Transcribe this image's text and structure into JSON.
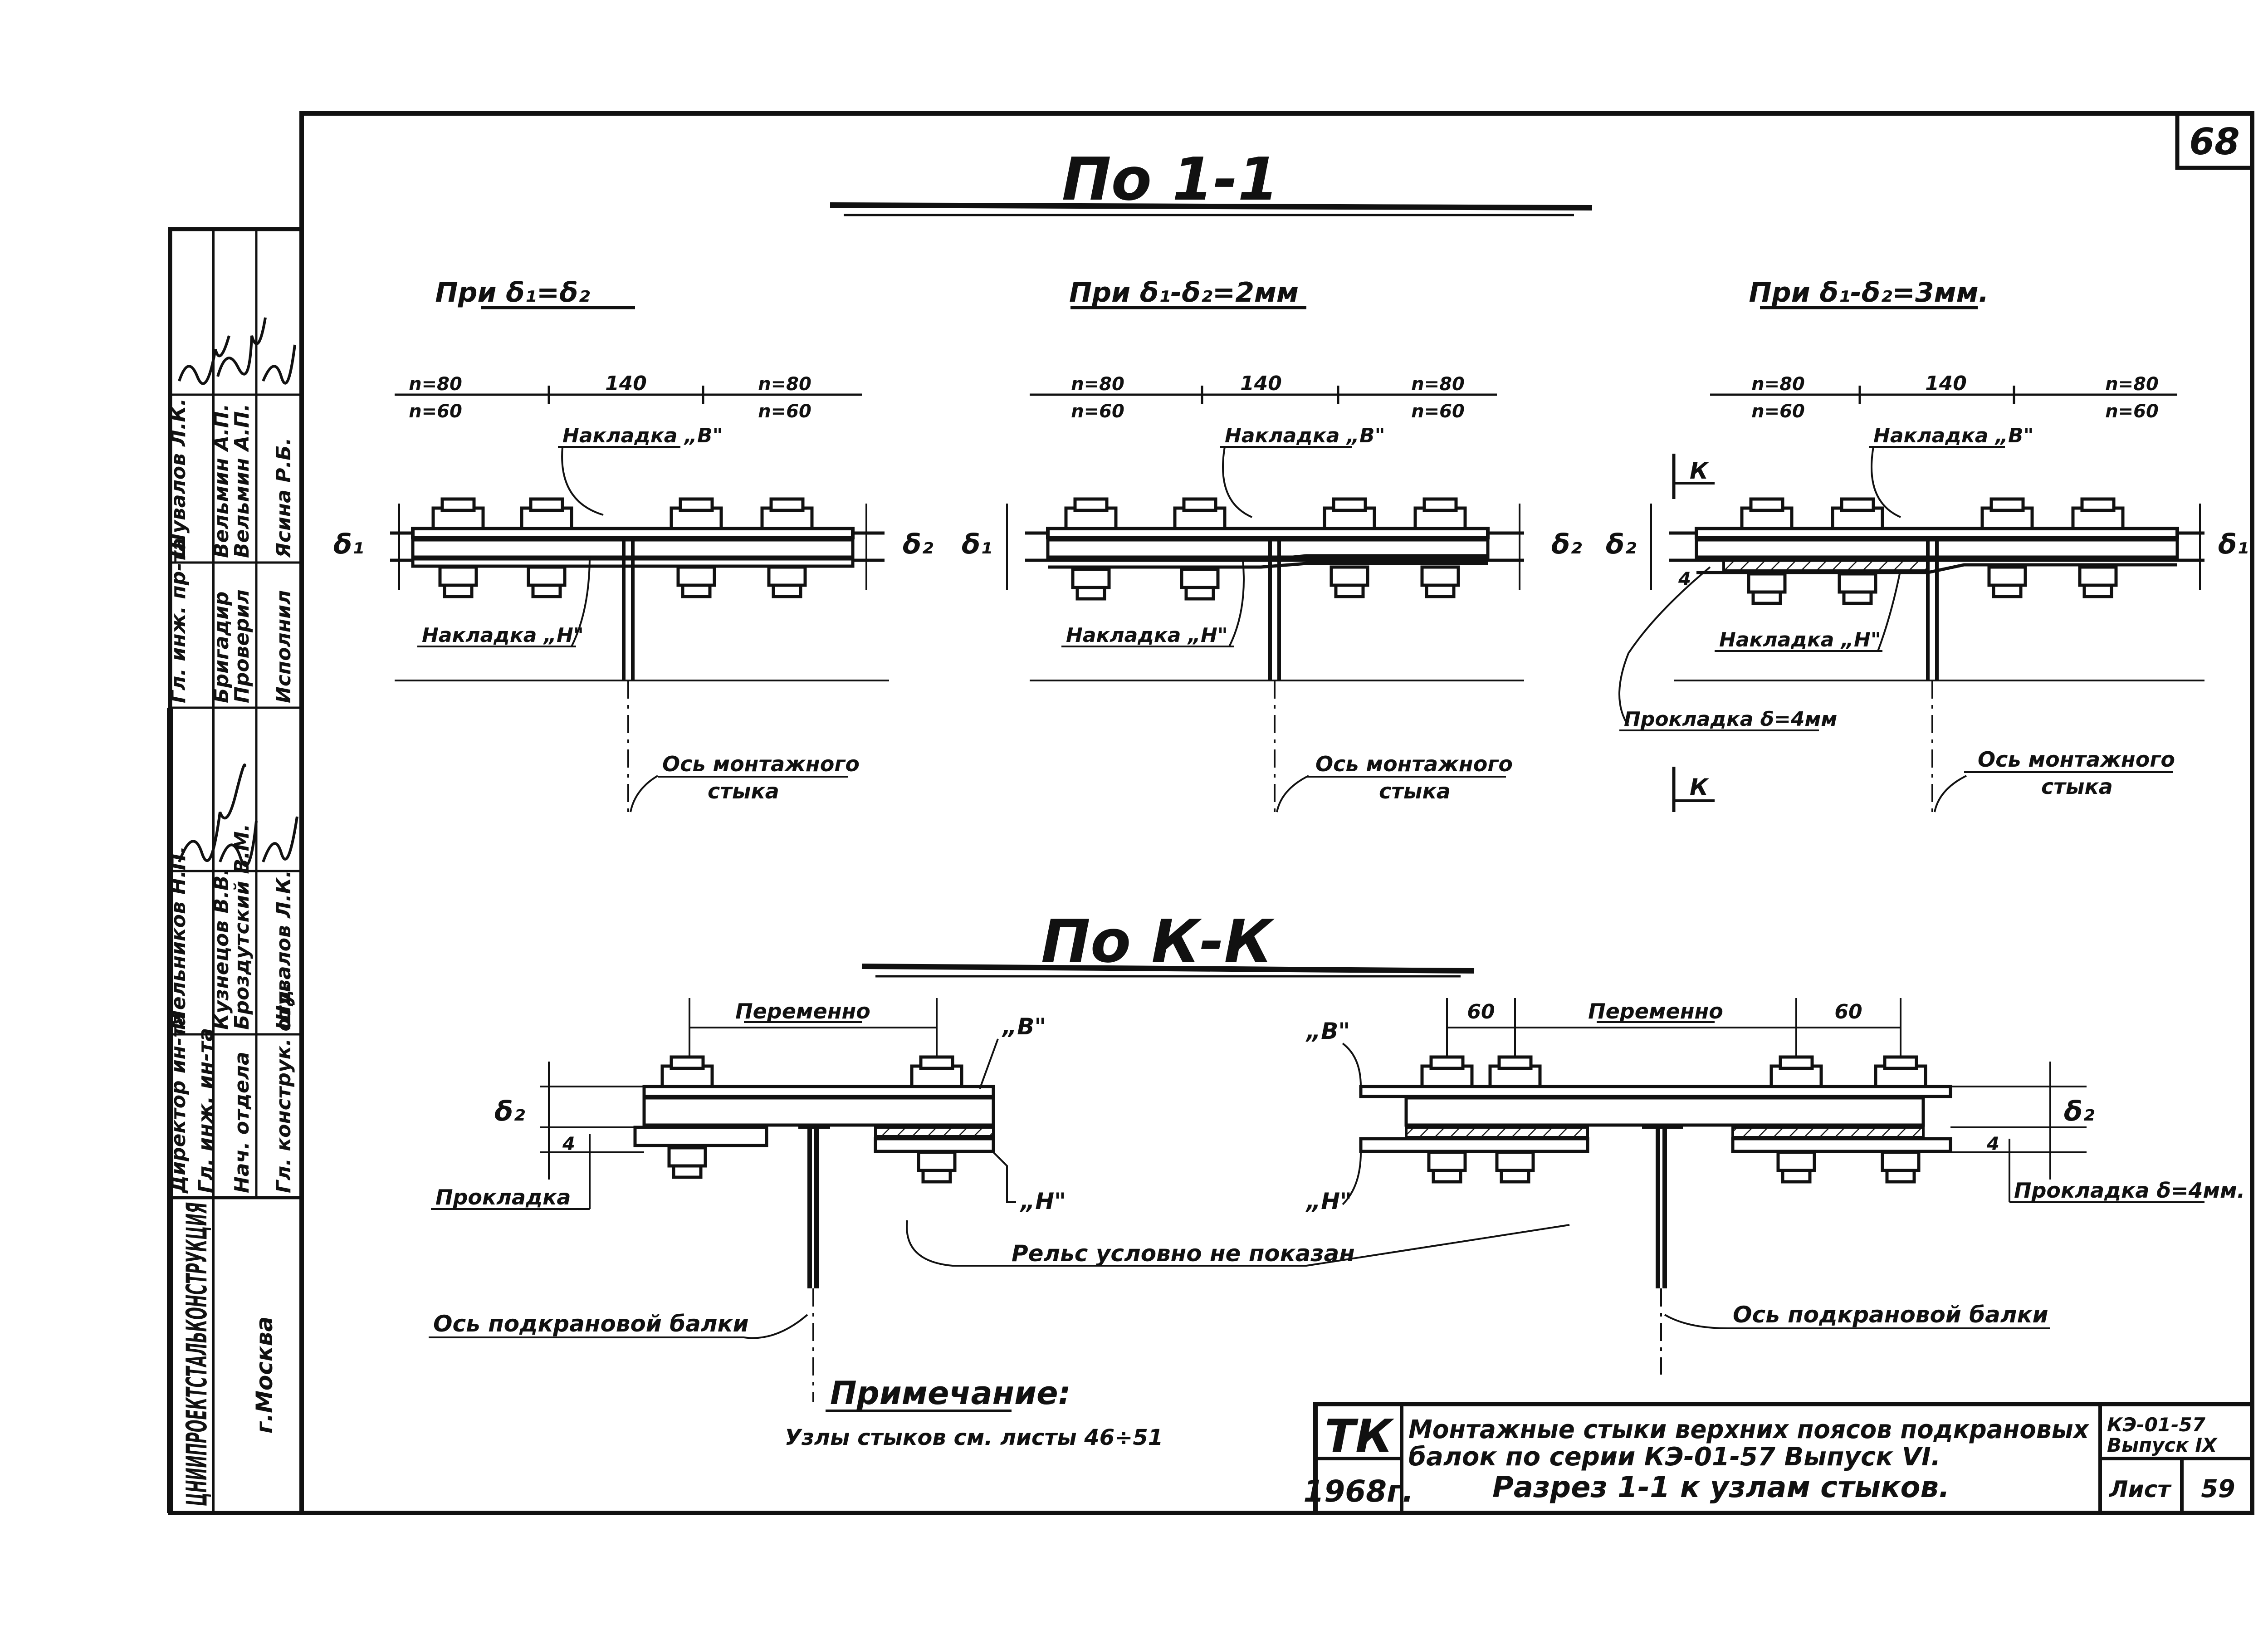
{
  "sheet_number": "68",
  "section_1_1": {
    "title": "По 1-1",
    "variants": [
      {
        "condition": "При δ₁=δ₂",
        "dims": {
          "left_top": "n=80",
          "left_bottom": "n=60",
          "middle": "140",
          "right_top": "n=80",
          "right_bottom": "n=60"
        },
        "label_top": "Накладка „В\"",
        "label_bottom": "Накладка „Н\"",
        "axis_label": [
          "Ось монтажного",
          "стыка"
        ],
        "thk_left": "δ₁",
        "thk_right": "δ₂"
      },
      {
        "condition": "При δ₁-δ₂=2мм",
        "dims": {
          "left_top": "n=80",
          "left_bottom": "n=60",
          "middle": "140",
          "right_top": "n=80",
          "right_bottom": "n=60"
        },
        "label_top": "Накладка „В\"",
        "label_bottom": "Накладка „Н\"",
        "axis_label": [
          "Ось монтажного",
          "стыка"
        ],
        "thk_left": "δ₁",
        "thk_right": "δ₂"
      },
      {
        "condition": "При δ₁-δ₂=3мм.",
        "dims": {
          "left_top": "n=80",
          "left_bottom": "n=60",
          "middle": "140",
          "right_top": "n=80",
          "right_bottom": "n=60"
        },
        "label_top": "Накладка „В\"",
        "label_bottom": "Накладка „Н\"",
        "axis_label": [
          "Ось монтажного",
          "стыка"
        ],
        "thk_left": "δ₂",
        "thk_right": "δ₁",
        "shim_label": "Прокладка δ=4мм",
        "shim_dim": "4",
        "cut_mark": "К"
      }
    ]
  },
  "section_k_k": {
    "title": "По К-К",
    "left": {
      "dim_span": "Переменно",
      "label_top": "„В\"",
      "label_bottom": "„Н\"",
      "thk": "δ₂",
      "shim_dim": "4",
      "shim_label": "Прокладка",
      "axis_label": "Ось подкрановой балки"
    },
    "right": {
      "dim_left": "60",
      "dim_span": "Переменно",
      "dim_right": "60",
      "label_top": "„В\"",
      "label_bottom": "„Н\"",
      "thk": "δ₂",
      "shim_dim": "4",
      "shim_label": "Прокладка δ=4мм.",
      "axis_label": "Ось подкрановой балки"
    },
    "rail_note": "Рельс условно не показан"
  },
  "note": {
    "heading": "Примечание:",
    "text": "Узлы стыков см. листы 46÷51"
  },
  "title_block": {
    "org": "ТК",
    "year": "1968г.",
    "title_line1": "Монтажные стыки верхних поясов подкрановых",
    "title_line2": "балок по серии КЭ-01-57 Выпуск VI.",
    "title_line3": "Разрез 1-1 к узлам стыков.",
    "series": "КЭ-01-57",
    "issue": "Выпуск IX",
    "sheet_label": "Лист",
    "sheet_value": "59"
  },
  "side_stamp": {
    "institute": "ЦНИИПРОЕКТСТАЛЬКОНСТРУКЦИЯ",
    "city": "г.Москва",
    "roles": [
      "Директор ин-та",
      "Гл. инж. ин-та",
      "Нач. отдела",
      "Гл. конструк. отд."
    ],
    "names": [
      "Мельников Н.П.",
      "Кузнецов В.В.",
      "Броздутский В.М.",
      "Шувалов Л.К."
    ],
    "roles2": [
      "Гл. инж. пр-та",
      "Бригадир",
      "Проверил",
      "Исполнил"
    ],
    "names2": [
      "Шувалов Л.К.",
      "Вельмин А.П.",
      "Вельмин А.П.",
      "Ясина Р.Б."
    ]
  }
}
